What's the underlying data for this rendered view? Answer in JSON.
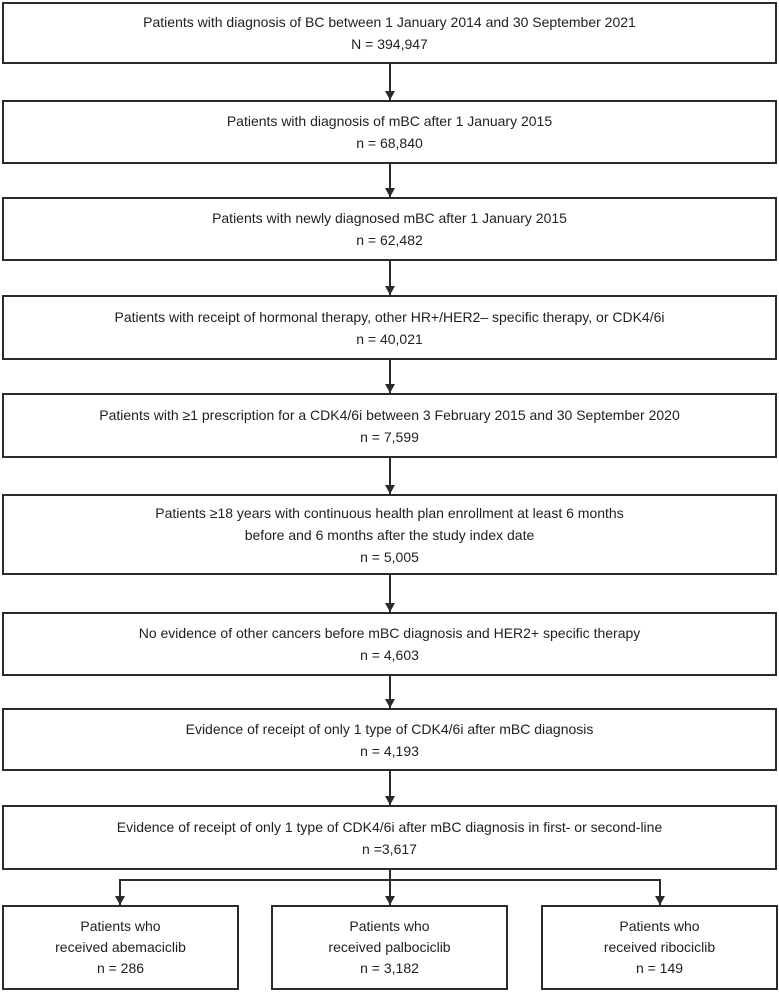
{
  "diagram": {
    "type": "patient-selection-flowchart",
    "colors": {
      "border": "#2b2b2b",
      "text": "#1f1f1f",
      "background": "#ffffff"
    },
    "boxes": [
      {
        "lines": [
          "Patients with diagnosis of BC between 1 January 2014 and 30 September 2021",
          "N = 394,947"
        ]
      },
      {
        "lines": [
          "Patients with diagnosis of mBC after 1 January 2015",
          "n = 68,840"
        ]
      },
      {
        "lines": [
          "Patients with newly diagnosed mBC after 1 January 2015",
          "n = 62,482"
        ]
      },
      {
        "lines": [
          "Patients with receipt of hormonal therapy, other HR+/HER2– specific therapy, or CDK4/6i",
          "n = 40,021"
        ]
      },
      {
        "lines": [
          "Patients with ≥1 prescription for a CDK4/6i between 3 February 2015 and 30 September 2020",
          "n = 7,599"
        ]
      },
      {
        "lines": [
          "Patients ≥18 years with continuous health plan enrollment at least 6 months",
          "before and 6 months after the study index date",
          "n = 5,005"
        ]
      },
      {
        "lines": [
          "No evidence of other cancers before mBC diagnosis and HER2+ specific therapy",
          "n = 4,603"
        ]
      },
      {
        "lines": [
          "Evidence of receipt of only 1 type of CDK4/6i after mBC diagnosis",
          "n = 4,193"
        ]
      },
      {
        "lines": [
          "Evidence of receipt of only 1 type of CDK4/6i after mBC diagnosis in first- or second-line",
          "n =3,617"
        ]
      }
    ],
    "leaf_boxes": [
      {
        "lines": [
          "Patients who",
          "received abemaciclib",
          "n = 286"
        ]
      },
      {
        "lines": [
          "Patients who",
          "received palbociclib",
          "n = 3,182"
        ]
      },
      {
        "lines": [
          "Patients who",
          "received ribociclib",
          "n = 149"
        ]
      }
    ]
  }
}
